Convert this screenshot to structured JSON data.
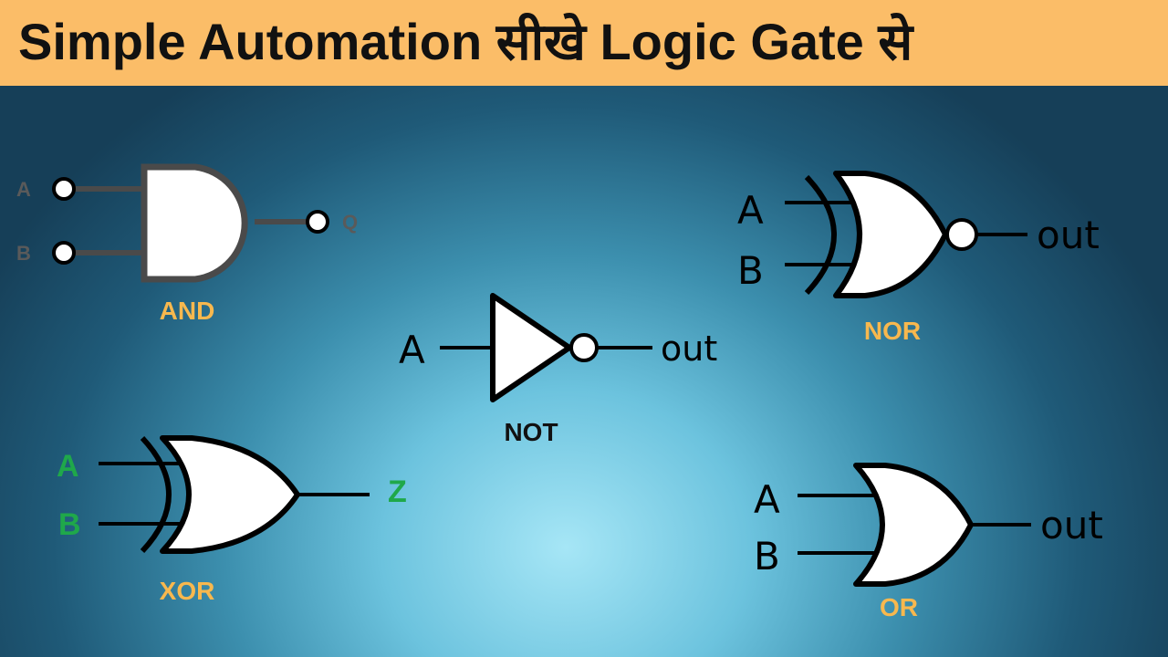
{
  "title": "Simple Automation सीखे Logic Gate से",
  "colors": {
    "banner": "#fbbd68",
    "gate_label_orange": "#f8b84e",
    "gate_label_dark": "#111111",
    "xor_pin_green": "#1fa84a",
    "and_grey": "#4a4a4a"
  },
  "gates": {
    "and": {
      "name": "AND",
      "input_a": "A",
      "input_b": "B",
      "output": "Q"
    },
    "not": {
      "name": "NOT",
      "input_a": "A",
      "output": "out"
    },
    "nor": {
      "name": "NOR",
      "input_a": "A",
      "input_b": "B",
      "output": "out"
    },
    "xor": {
      "name": "XOR",
      "input_a": "A",
      "input_b": "B",
      "output": "Z"
    },
    "or": {
      "name": "OR",
      "input_a": "A",
      "input_b": "B",
      "output": "out"
    }
  }
}
